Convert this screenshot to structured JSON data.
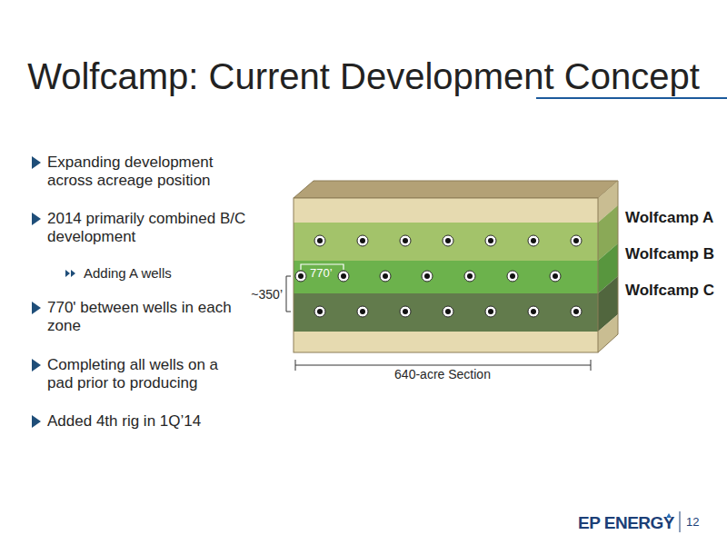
{
  "diagram": {
    "title": "Wolfcamp: Current Development Concept",
    "labels": [
      "Expanding development across acreage position",
      "2014 primarily combined B/C development",
      "Adding A wells",
      "770' between wells in each zone",
      "Completing all wells on a pad prior to producing",
      "Added 4th rig in 1Q’14",
      "Wolfcamp A",
      "Wolfcamp B",
      "Wolfcamp C",
      "770’",
      "~350’",
      "640-acre Section",
      "EP ENERGY",
      "12"
    ]
  }
}
